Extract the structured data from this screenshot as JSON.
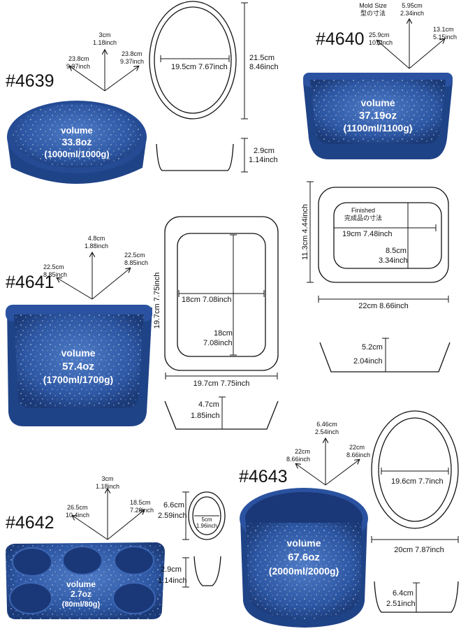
{
  "colors": {
    "pan_blue": "#2d57a3",
    "pan_dark": "#1b3a78",
    "pan_light": "#4f7bc6",
    "line": "#111111"
  },
  "p4639": {
    "code": "#4639",
    "volume_label": "volume",
    "volume_oz": "33.8oz",
    "volume_ml": "(1000ml/1000g)",
    "height_top_cm": "3cm",
    "height_top_in": "1.18inch",
    "left_cm": "23.8cm",
    "left_in": "9.37inch",
    "right_cm": "23.8cm",
    "right_in": "9.37inch",
    "inner_width": "19.5cm 7.67inch",
    "outer_cm": "21.5cm",
    "outer_in": "8.46inch",
    "depth_cm": "2.9cm",
    "depth_in": "1.14inch"
  },
  "p4640": {
    "code": "#4640",
    "mold_size_en": "Mold Size",
    "mold_size_jp": "型の寸法",
    "height_top_cm": "5.95cm",
    "height_top_in": "2.34inch",
    "left_cm": "25.9cm",
    "left_in": "10.1inch",
    "right_cm": "13.1cm",
    "right_in": "5.15inch",
    "volume_label": "volume",
    "volume_oz": "37.19oz",
    "volume_ml": "(1100ml/1100g)",
    "finished_en": "Finished",
    "finished_jp": "完成品の寸法",
    "inner_width": "19cm  7.48inch",
    "inner_h_cm": "8.5cm",
    "inner_h_in": "3.34inch",
    "outer_side": "11.3cm  4.44inch",
    "outer_width": "22cm  8.66inch",
    "depth_cm": "5.2cm",
    "depth_in": "2.04inch"
  },
  "p4641": {
    "code": "#4641",
    "height_top_cm": "4.8cm",
    "height_top_in": "1.88inch",
    "left_cm": "22.5cm",
    "left_in": "8.85inch",
    "right_cm": "22.5cm",
    "right_in": "8.85inch",
    "volume_label": "volume",
    "volume_oz": "57.4oz",
    "volume_ml": "(1700ml/1700g)",
    "outer_side": "19.7cm  7.75inch",
    "inner_width": "18cm  7.08inch",
    "inner_h_cm": "18cm",
    "inner_h_in": "7.08inch",
    "outer_width": "19.7cm  7.75inch",
    "depth_cm": "4.7cm",
    "depth_in": "1.85inch"
  },
  "p4642": {
    "code": "#4642",
    "height_top_cm": "3cm",
    "height_top_in": "1.18inch",
    "left_cm": "26.5cm",
    "left_in": "10.4inch",
    "right_cm": "18.5cm",
    "right_in": "7.28inch",
    "volume_label": "volume",
    "volume_oz": "2.7oz",
    "volume_ml": "(80ml/80g)",
    "cup_outer_cm": "6.6cm",
    "cup_outer_in": "2.59inch",
    "cup_inner_cm": "5cm",
    "cup_inner_in": "1.96inch",
    "depth_cm": "2.9cm",
    "depth_in": "1.14inch"
  },
  "p4643": {
    "code": "#4643",
    "height_top_cm": "6.46cm",
    "height_top_in": "2.54inch",
    "left_cm": "22cm",
    "left_in": "8.66inch",
    "right_cm": "22cm",
    "right_in": "8.66inch",
    "volume_label": "volume",
    "volume_oz": "67.6oz",
    "volume_ml": "(2000ml/2000g)",
    "inner_width": "19.6cm   7.7inch",
    "outer_width": "20cm  7.87inch",
    "depth_cm": "6.4cm",
    "depth_in": "2.51inch"
  }
}
